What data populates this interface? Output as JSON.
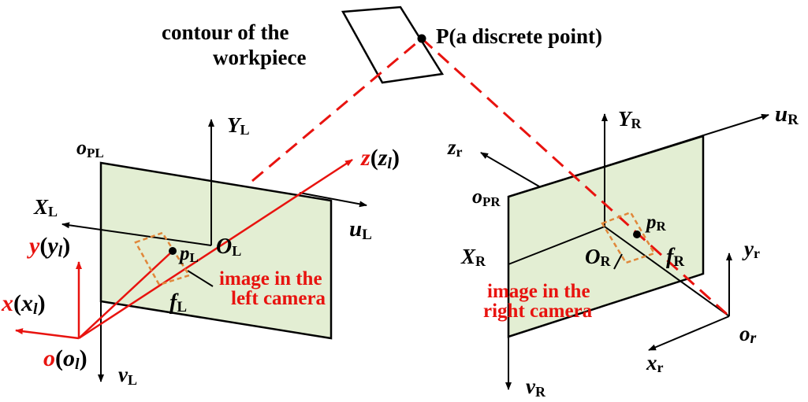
{
  "colors": {
    "plane_fill": "#e3eed3",
    "red": "#e8130f",
    "orange": "#e0873a",
    "black": "#000000"
  },
  "point": {
    "name": "P(a discrete point)"
  },
  "workpiece": {
    "line1": "contour of the",
    "line2": "workpiece"
  },
  "left_camera": {
    "YL": {
      "base": "Y",
      "sub": "L"
    },
    "XL": {
      "base": "X",
      "sub": "L"
    },
    "uL": {
      "base": "u",
      "sub": "L"
    },
    "vL": {
      "base": "v",
      "sub": "L"
    },
    "oPL": {
      "base": "o",
      "sub": "PL"
    },
    "OL": {
      "base": "O",
      "sub": "L"
    },
    "pL": {
      "base": "p",
      "sub": "L"
    },
    "fL": {
      "base": "f",
      "sub": "L"
    },
    "z": {
      "base": "z",
      "open": "(",
      "inner": "z",
      "sub": "l",
      "close": ")"
    },
    "y": {
      "base": "y",
      "open": "(",
      "inner": "y",
      "sub": "l",
      "close": ")"
    },
    "x": {
      "base": "x",
      "open": "(",
      "inner": "x",
      "sub": "l",
      "close": ")"
    },
    "o": {
      "base": "o",
      "open": "(",
      "inner": "o",
      "sub": "l",
      "close": ")"
    },
    "image_line1": "image in the",
    "image_line2": "left camera"
  },
  "right_camera": {
    "YR": {
      "base": "Y",
      "sub": "R"
    },
    "XR": {
      "base": "X",
      "sub": "R"
    },
    "uR": {
      "base": "u",
      "sub": "R"
    },
    "vR": {
      "base": "v",
      "sub": "R"
    },
    "oPR": {
      "base": "o",
      "sub": "PR"
    },
    "OR": {
      "base": "O",
      "sub": "R"
    },
    "pR": {
      "base": "p",
      "sub": "R"
    },
    "fR": {
      "base": "f",
      "sub": "R"
    },
    "zr": {
      "base": "z",
      "sub": "r"
    },
    "yr": {
      "base": "y",
      "sub": "r"
    },
    "xr": {
      "base": "x",
      "sub": "r"
    },
    "or": {
      "base": "o",
      "sub": "r"
    },
    "image_line1": "image in the",
    "image_line2": "right camera"
  }
}
